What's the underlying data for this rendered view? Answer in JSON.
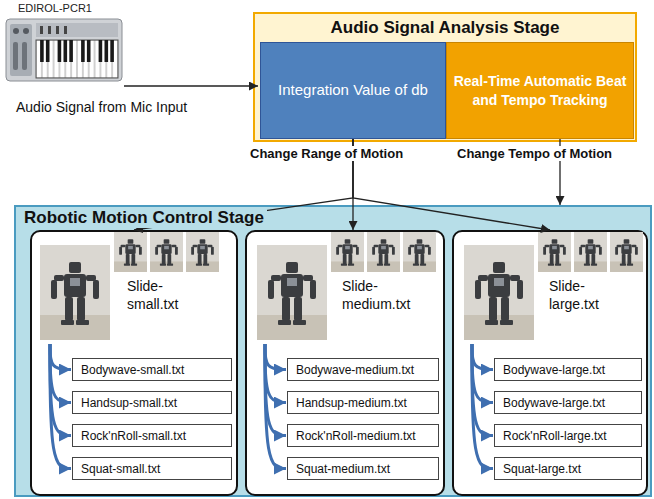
{
  "diagram": {
    "nodes": [
      {
        "text": [
          "Audio Signal Analysis Stage"
        ]
      },
      {
        "text": [
          "Integration Value of db"
        ],
        "in": 0
      },
      {
        "text": [
          "Real-Time Automatic Beat and Tempo Tracking"
        ],
        "in": 0
      },
      {
        "text": [
          "Robotic Motion Control Stage"
        ]
      },
      {
        "text": [
          "Slide-small.txt"
        ],
        "in": 3
      },
      {
        "text": [
          "Bodywave-small.txt"
        ],
        "in": 4
      },
      {
        "text": [
          "Handsup-small.txt"
        ],
        "in": 4
      },
      {
        "text": [
          "Rock'nRoll-small.txt"
        ],
        "in": 4
      },
      {
        "text": [
          "Squat-small.txt"
        ],
        "in": 4
      },
      {
        "text": [
          "Slide-medium.txt"
        ],
        "in": 3
      },
      {
        "text": [
          "Bodywave-medium.txt"
        ],
        "in": 9
      },
      {
        "text": [
          "Handsup-medium.txt"
        ],
        "in": 9
      },
      {
        "text": [
          "Rock'nRoll-medium.txt"
        ],
        "in": 9
      },
      {
        "text": [
          "Squat-medium.txt"
        ],
        "in": 9
      },
      {
        "text": [
          "Slide-large.txt"
        ],
        "in": 3
      },
      {
        "text": [
          "Bodywave-large.txt"
        ],
        "in": 14
      },
      {
        "text": [
          "Bodywave-large.txt"
        ],
        "in": 14
      },
      {
        "text": [
          "Rock'nRoll-large.txt"
        ],
        "in": 14
      },
      {
        "text": [
          "Squat-large.txt"
        ],
        "in": 14
      }
    ],
    "edges": [
      {
        "from": 1,
        "to": 4,
        "arrow": "to"
      },
      {
        "from": 1,
        "to": 9,
        "arrow": "to"
      },
      {
        "from": 1,
        "to": 14,
        "arrow": "to"
      },
      {
        "from": 2,
        "to": 3,
        "arrow": "to"
      },
      {
        "from": 4,
        "to": 5,
        "arrow": "to"
      },
      {
        "from": 4,
        "to": 6,
        "arrow": "to"
      },
      {
        "from": 4,
        "to": 7,
        "arrow": "to"
      },
      {
        "from": 4,
        "to": 8,
        "arrow": "to"
      },
      {
        "from": 9,
        "to": 10,
        "arrow": "to"
      },
      {
        "from": 9,
        "to": 11,
        "arrow": "to"
      },
      {
        "from": 9,
        "to": 12,
        "arrow": "to"
      },
      {
        "from": 9,
        "to": 13,
        "arrow": "to"
      },
      {
        "from": 14,
        "to": 15,
        "arrow": "to"
      },
      {
        "from": 14,
        "to": 16,
        "arrow": "to"
      },
      {
        "from": 14,
        "to": 17,
        "arrow": "to"
      },
      {
        "from": 14,
        "to": 18,
        "arrow": "to"
      }
    ],
    "labels": [
      "EDIROL-PCR1",
      "Audio Signal from Mic Input",
      "Change Range of Motion",
      "Change Tempo of Motion"
    ]
  }
}
